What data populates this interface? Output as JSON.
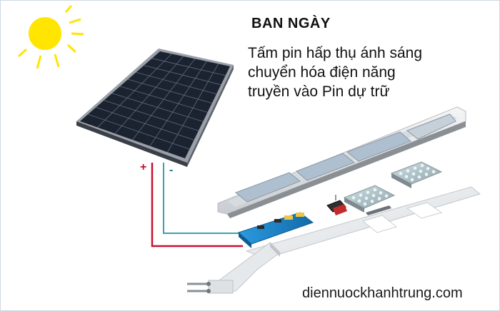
{
  "heading": "BAN NGÀY",
  "description_lines": [
    "Tấm pin hấp thụ ánh sáng",
    "chuyển hóa điện năng",
    "truyền vào Pin dự trữ"
  ],
  "polarity": {
    "positive": "+",
    "negative": "-"
  },
  "watermark": "diennuockhanhtrung.com",
  "colors": {
    "positive_wire": "#c8102e",
    "negative_wire": "#3a9fb5",
    "sun": "#ffe500",
    "panel": "#1c2330",
    "controller": "#1e88c8"
  },
  "icons": [
    "sun-icon",
    "solar-panel",
    "street-light",
    "charge-controller",
    "battery-pack",
    "led-module",
    "mounting-bracket"
  ]
}
